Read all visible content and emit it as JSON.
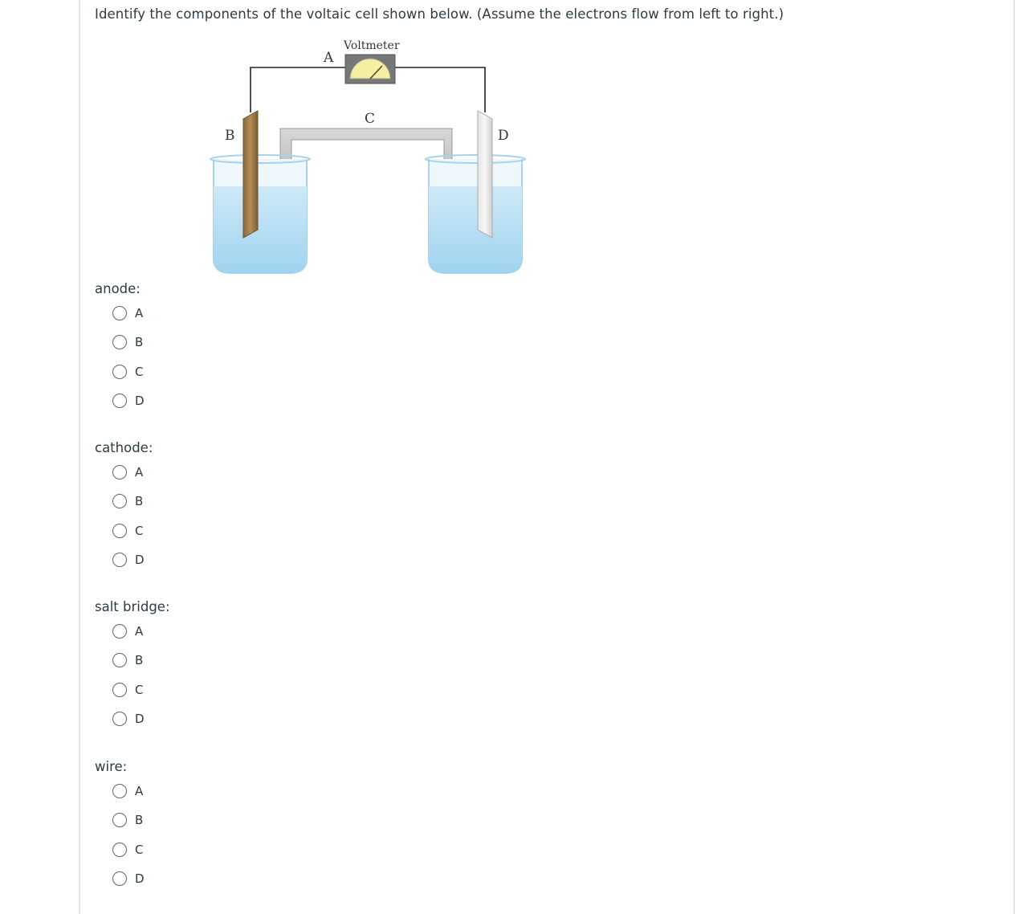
{
  "question": {
    "text": "Identify the components of the voltaic cell shown below. (Assume the electrons flow from left to right.)"
  },
  "diagram": {
    "label_a": "A",
    "label_b": "B",
    "label_c": "C",
    "label_d": "D",
    "voltmeter_label": "Voltmeter"
  },
  "groups": [
    {
      "label": "anode:",
      "options": [
        "A",
        "B",
        "C",
        "D"
      ]
    },
    {
      "label": "cathode:",
      "options": [
        "A",
        "B",
        "C",
        "D"
      ]
    },
    {
      "label": "salt bridge:",
      "options": [
        "A",
        "B",
        "C",
        "D"
      ]
    },
    {
      "label": "wire:",
      "options": [
        "A",
        "B",
        "C",
        "D"
      ]
    }
  ]
}
